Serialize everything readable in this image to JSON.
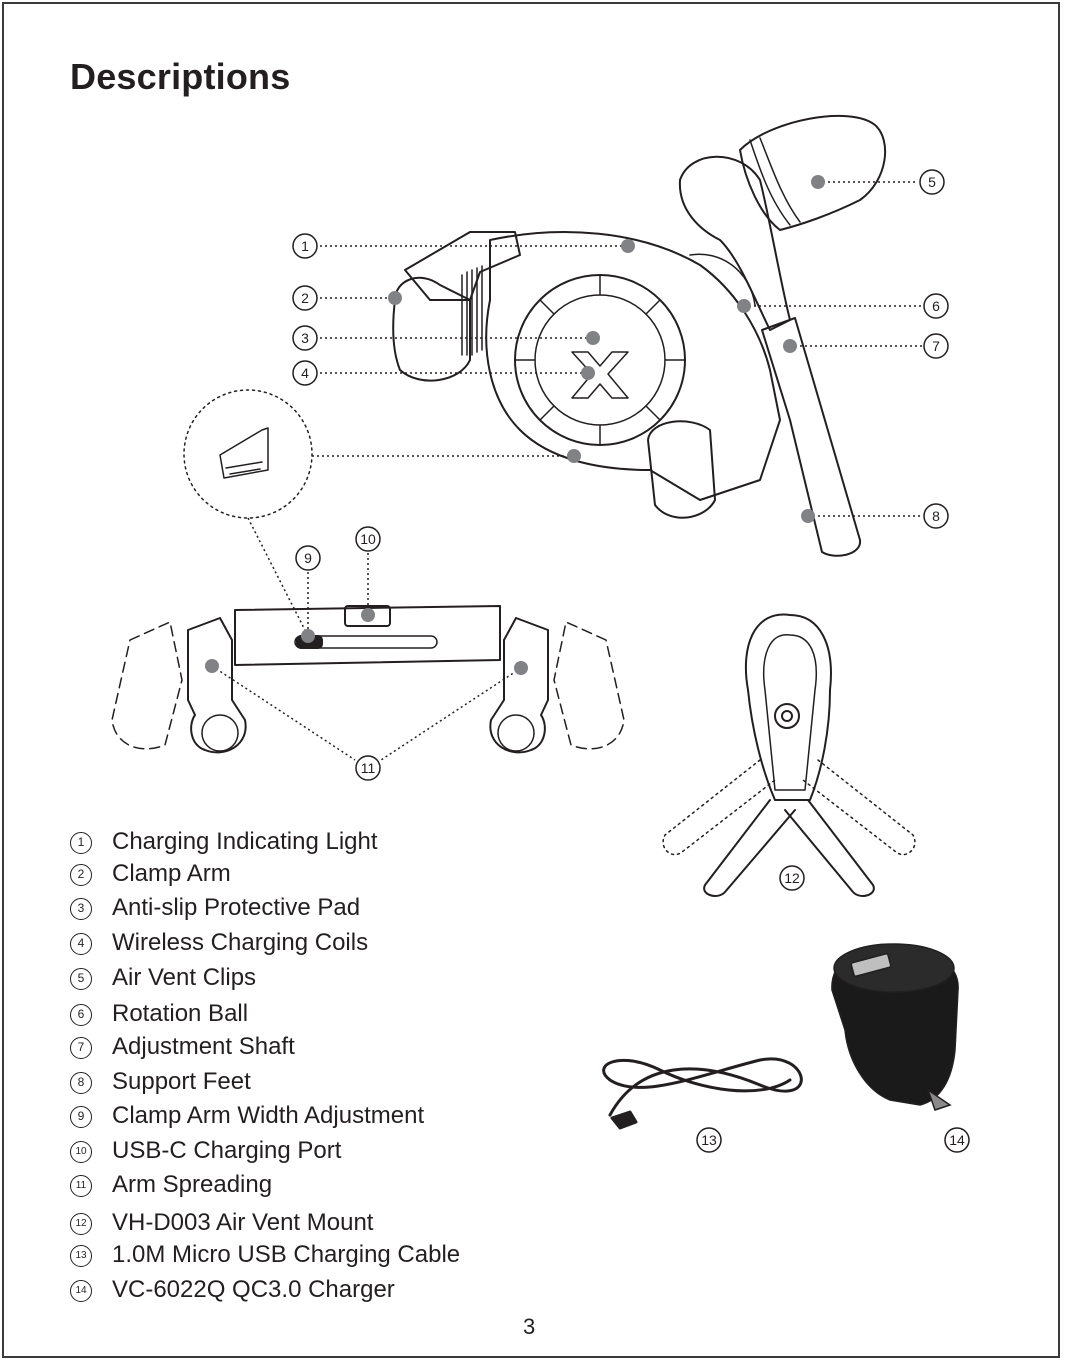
{
  "page": {
    "title": "Descriptions",
    "page_number": "3"
  },
  "callouts": [
    "1",
    "2",
    "3",
    "4",
    "5",
    "6",
    "7",
    "8",
    "9",
    "10",
    "11",
    "12",
    "13",
    "14"
  ],
  "legend": [
    {
      "num": "1",
      "label": "Charging Indicating Light"
    },
    {
      "num": "2",
      "label": "Clamp Arm"
    },
    {
      "num": "3",
      "label": "Anti-slip Protective Pad"
    },
    {
      "num": "4",
      "label": "Wireless Charging Coils"
    },
    {
      "num": "5",
      "label": "Air Vent Clips"
    },
    {
      "num": "6",
      "label": "Rotation Ball"
    },
    {
      "num": "7",
      "label": "Adjustment Shaft"
    },
    {
      "num": "8",
      "label": "Support Feet"
    },
    {
      "num": "9",
      "label": "Clamp Arm Width Adjustment"
    },
    {
      "num": "10",
      "label": "USB-C Charging Port"
    },
    {
      "num": "11",
      "label": "Arm Spreading"
    },
    {
      "num": "12",
      "label": "VH-D003 Air Vent Mount"
    },
    {
      "num": "13",
      "label": "1.0M Micro USB Charging Cable"
    },
    {
      "num": "14",
      "label": "VC-6022Q QC3.0 Charger"
    }
  ],
  "colors": {
    "line": "#231f20",
    "dot": "#808285",
    "charger_body": "#1a1a1a"
  }
}
